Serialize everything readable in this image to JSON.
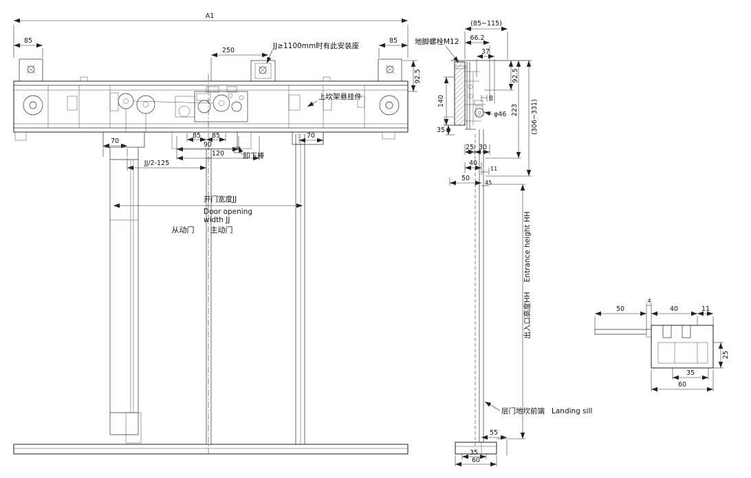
{
  "colors": {
    "background": "#ffffff",
    "line": "#1c1c1c"
  },
  "front": {
    "a1": "A1",
    "d85_left": "85",
    "d85_right": "85",
    "d250": "250",
    "note_bracket": "JJ≥1100mm时有此安装座",
    "d92_5": "92.5",
    "hanger_label": "上坎架悬挂件",
    "d70_left": "70",
    "d85a": "85",
    "d85b": "85",
    "d90": "90",
    "d120": "120",
    "d70_right": "70",
    "rod_label": "卸下棒",
    "jj_half": "JJ/2-125",
    "opening_cn": "开门宽度JJ",
    "opening_en1": "Door opening",
    "opening_en2": "width JJ",
    "driven_door": "从动门",
    "main_door": "主动门"
  },
  "side": {
    "d85_115": "(85~115)",
    "d66_2": "66.2",
    "d37": "37",
    "anchor_bolt": "地脚螺栓M12",
    "d92_5": "92.5",
    "d140": "140",
    "d35_wall": "35",
    "d8": "8",
    "d46": "φ46",
    "d223": "223",
    "d306_331": "(306~331)",
    "d25": "25",
    "d30": "30",
    "d40": "40",
    "d11": "11",
    "d50": "50",
    "d45": "45",
    "entrance_cn": "出入口高度HH",
    "entrance_en": "Entrance height HH",
    "sill_cn": "层门地坎前端",
    "sill_en": "Landing sill",
    "d55": "55",
    "d35_sill": "35",
    "d60": "60"
  },
  "detail": {
    "d50": "50",
    "d4": "4",
    "d40": "40",
    "d11": "11",
    "d25": "25",
    "d35": "35",
    "d60": "60"
  }
}
